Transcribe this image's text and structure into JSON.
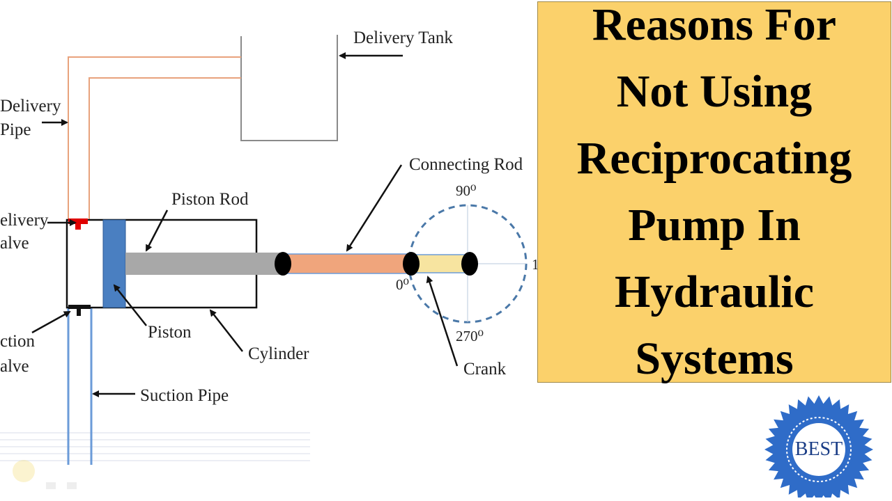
{
  "title": {
    "lines": [
      "Reasons For",
      "Not Using",
      "Reciprocating",
      "Pump In",
      "Hydraulic",
      "Systems"
    ]
  },
  "diagram": {
    "labels": {
      "delivery_tank": "Delivery Tank",
      "delivery_pipe_1": "Delivery",
      "delivery_pipe_2": "Pipe",
      "delivery_valve_1": "elivery",
      "delivery_valve_2": "alve",
      "piston_rod": "Piston Rod",
      "connecting_rod": "Connecting Rod",
      "piston": "Piston",
      "cylinder": "Cylinder",
      "crank": "Crank",
      "suction_valve_1": "ction",
      "suction_valve_2": "alve",
      "suction_pipe": "Suction Pipe"
    },
    "angles": {
      "a90": "90⁰",
      "a0": "0⁰",
      "a270": "270⁰",
      "a180": "1"
    }
  },
  "badge": {
    "text": "BEST"
  },
  "colors": {
    "title_bg": "#fbd16b",
    "delivery_pipe": "#e8a27c",
    "suction_pipe": "#6b9bd8",
    "piston": "#4a7fc1",
    "piston_rod": "#a8a8a8",
    "connecting_rod": "#f0a57c",
    "crank": "#f7e4a0",
    "valve": "#e00000",
    "crank_circle": "#4a78a8",
    "badge": "#2f6cc8"
  }
}
